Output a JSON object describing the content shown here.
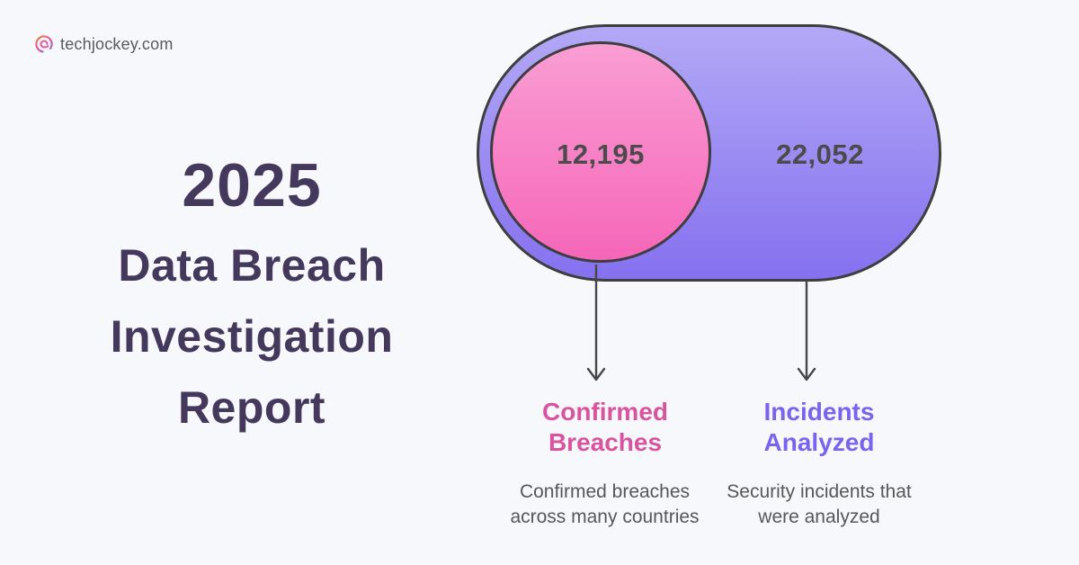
{
  "brand": {
    "name": "techjockey.com"
  },
  "title": {
    "year": "2025",
    "lines": [
      "Data Breach",
      "Investigation",
      "Report"
    ]
  },
  "diagram": {
    "inner": {
      "value": "12,195",
      "label_lines": [
        "Confirmed",
        "Breaches"
      ],
      "description": "Confirmed breaches across many countries",
      "color": "#d9539f",
      "fill_top": "#f99ed3",
      "fill_bottom": "#f666b9"
    },
    "outer": {
      "value": "22,052",
      "label_lines": [
        "Incidents",
        "Analyzed"
      ],
      "description": "Security incidents that were analyzed",
      "color": "#7a63ee",
      "fill_top": "#b3a8f6",
      "fill_bottom": "#8571ef"
    },
    "stroke_color": "#3e3e3e",
    "number_color": "#4b4b4b"
  },
  "colors": {
    "background": "#f7f8fb",
    "title_text": "#44395d",
    "desc_text": "#575757",
    "arrow": "#474747"
  },
  "chart_data": {
    "type": "venn",
    "title": "2025 Data Breach Investigation Report",
    "sets": [
      {
        "label": "Incidents Analyzed",
        "value": 22052,
        "description": "Security incidents that were analyzed",
        "color": "#8571ef"
      },
      {
        "label": "Confirmed Breaches",
        "value": 12195,
        "description": "Confirmed breaches across many countries",
        "color": "#f666b9",
        "subset_of": "Incidents Analyzed"
      }
    ],
    "legend_position": "below",
    "source": "techjockey.com"
  }
}
